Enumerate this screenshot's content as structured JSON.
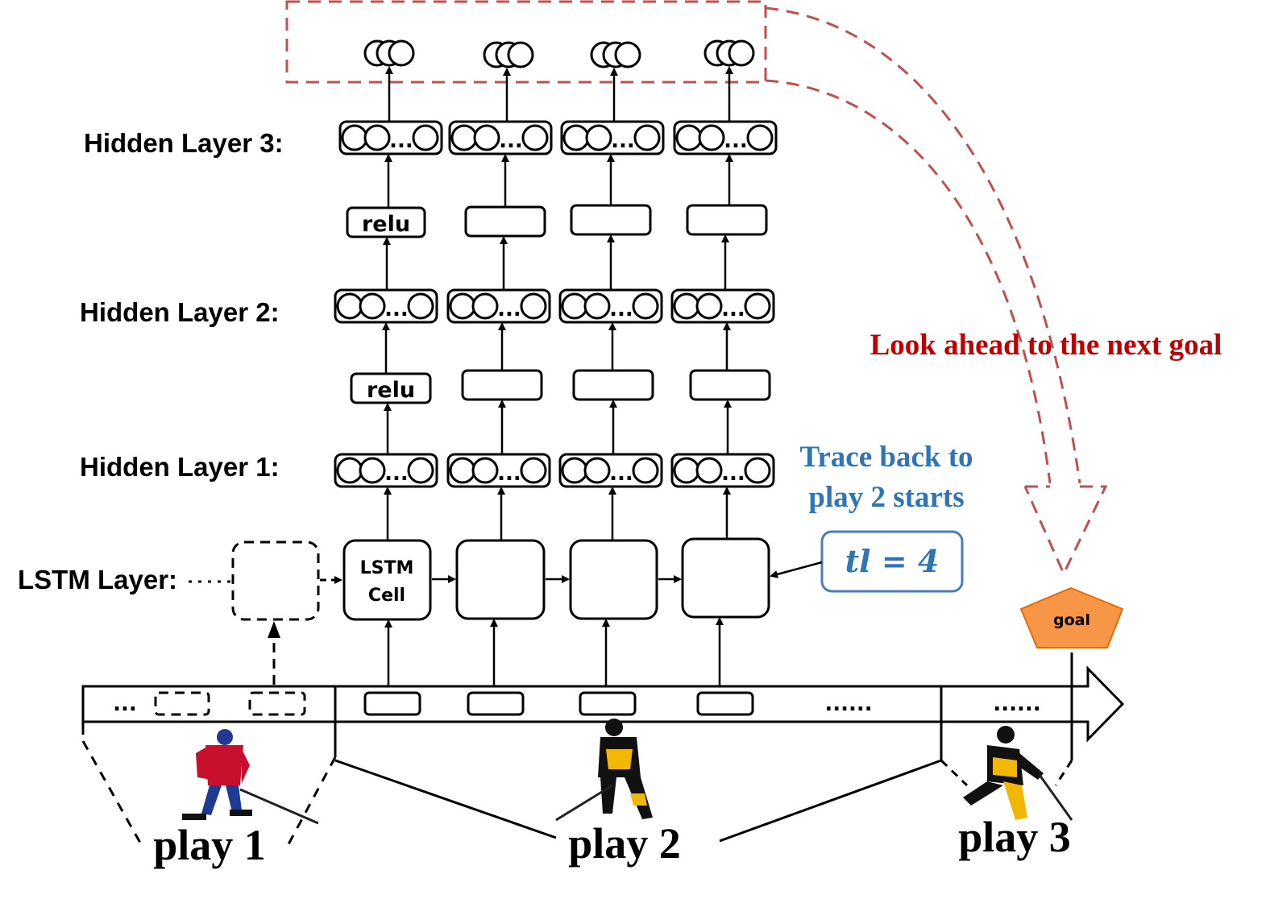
{
  "layers": {
    "hidden3": "Hidden Layer 3:",
    "hidden2": "Hidden Layer 2:",
    "hidden1": "Hidden Layer 1:",
    "lstm": "LSTM Layer:"
  },
  "activation_label": "relu",
  "node_ellipsis": "...",
  "lstm_cell": {
    "line1": "LSTM",
    "line2": "Cell"
  },
  "annotations": {
    "look_ahead": "Look ahead to the next goal",
    "trace_back_line1": "Trace back to",
    "trace_back_line2": "play 2 starts",
    "trace_length": "tl = 4"
  },
  "goal_label": "goal",
  "timeline": {
    "ellipsis_left": "...",
    "ellipsis_mid": "......",
    "ellipsis_right": "......"
  },
  "plays": [
    "play 1",
    "play 2",
    "play 3"
  ],
  "colors": {
    "look_ahead": "#c00000",
    "trace_back": "#2e75b6",
    "dashed_frame": "#c0504d",
    "goal_fill": "#f79646",
    "tl_border": "#4a7ebb",
    "jersey_red": "#c8102e",
    "jersey_yellow": "#f2b705"
  }
}
